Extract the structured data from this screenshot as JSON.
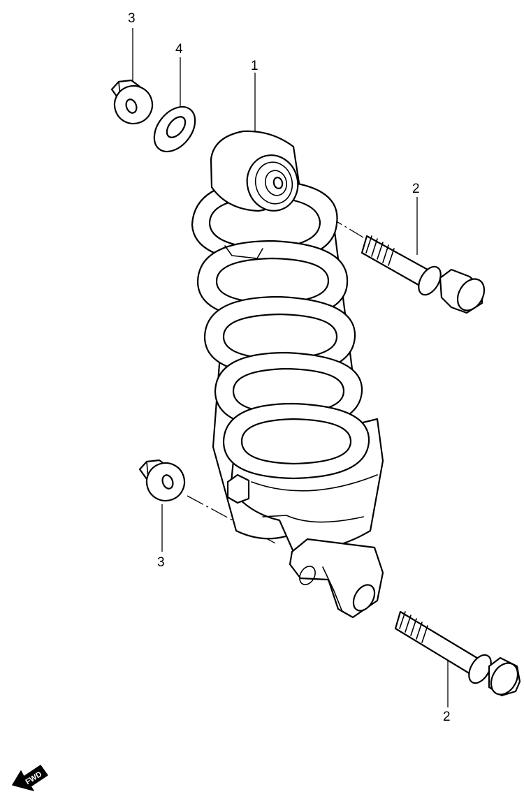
{
  "callouts": [
    {
      "id": "nut-top",
      "text": "3"
    },
    {
      "id": "washer",
      "text": "4"
    },
    {
      "id": "shock",
      "text": "1"
    },
    {
      "id": "bolt-top",
      "text": "2"
    },
    {
      "id": "nut-bottom",
      "text": "3"
    },
    {
      "id": "bolt-bottom",
      "text": "2"
    }
  ],
  "direction_arrow": {
    "text": "FWD",
    "icon": "forward-arrow-icon"
  },
  "colors": {
    "line": "#000000",
    "fill": "#ffffff"
  }
}
